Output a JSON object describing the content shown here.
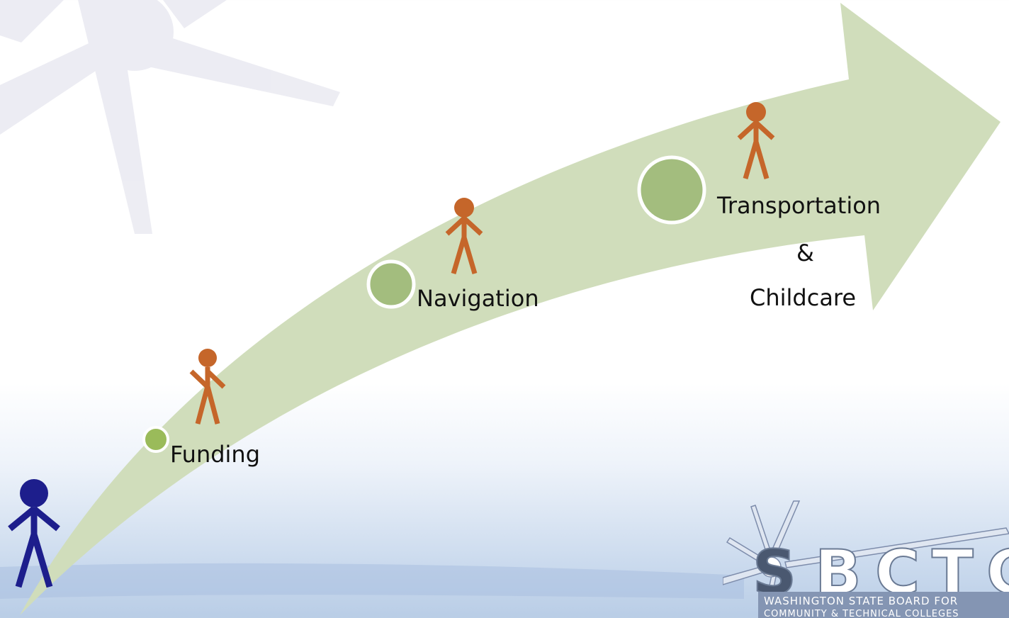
{
  "diagram": {
    "steps": [
      {
        "label": "Funding"
      },
      {
        "label": "Navigation"
      },
      {
        "label": "Transportation"
      },
      {
        "label": "&"
      },
      {
        "label": "Childcare"
      }
    ]
  },
  "logo": {
    "letters": [
      "S",
      "B",
      "C",
      "T",
      "C"
    ],
    "line1": "WASHINGTON STATE BOARD FOR",
    "line2": "COMMUNITY & TECHNICAL COLLEGES"
  },
  "colors": {
    "arrow": "#d0ddbb",
    "node_fill": "#a3bd7e",
    "small_node_fill": "#9abb5a",
    "figure_orange": "#c5662a",
    "figure_blue": "#1d1e8c",
    "watermark": "#e9e9f1"
  }
}
